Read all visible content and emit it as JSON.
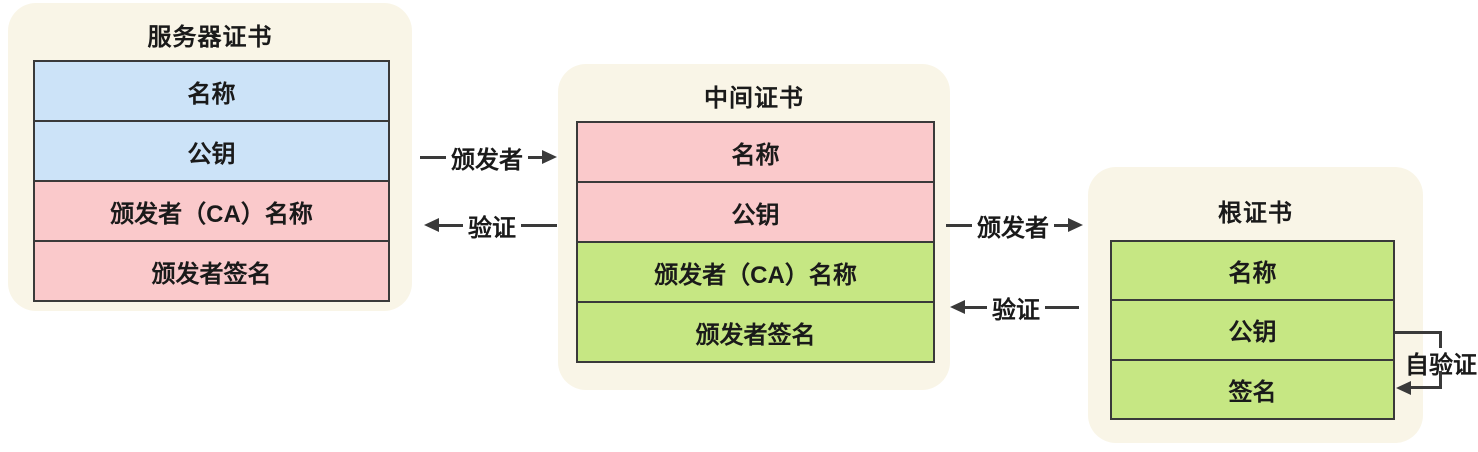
{
  "colors": {
    "canvas-bg": "#ffffff",
    "card-bg": "#f9f5e7",
    "row-blue": "#cce3f8",
    "row-pink": "#fac9cb",
    "row-green": "#c6e783",
    "border": "#3a3a3a",
    "text": "#1a1a1a"
  },
  "cards": [
    {
      "id": "server",
      "title": "服务器证书",
      "rows": [
        {
          "label": "名称",
          "color": "blue"
        },
        {
          "label": "公钥",
          "color": "blue"
        },
        {
          "label": "颁发者（CA）名称",
          "color": "pink"
        },
        {
          "label": "颁发者签名",
          "color": "pink"
        }
      ]
    },
    {
      "id": "intermediate",
      "title": "中间证书",
      "rows": [
        {
          "label": "名称",
          "color": "pink"
        },
        {
          "label": "公钥",
          "color": "pink"
        },
        {
          "label": "颁发者（CA）名称",
          "color": "green"
        },
        {
          "label": "颁发者签名",
          "color": "green"
        }
      ]
    },
    {
      "id": "root",
      "title": "根证书",
      "rows": [
        {
          "label": "名称",
          "color": "green"
        },
        {
          "label": "公钥",
          "color": "green"
        },
        {
          "label": "签名",
          "color": "green"
        }
      ]
    }
  ],
  "arrows": [
    {
      "id": "issuer-1",
      "label": "颁发者",
      "direction": "right",
      "from": "server",
      "to": "intermediate"
    },
    {
      "id": "verify-1",
      "label": "验证",
      "direction": "left",
      "from": "intermediate",
      "to": "server"
    },
    {
      "id": "issuer-2",
      "label": "颁发者",
      "direction": "right",
      "from": "intermediate",
      "to": "root"
    },
    {
      "id": "verify-2",
      "label": "验证",
      "direction": "left",
      "from": "root",
      "to": "intermediate"
    },
    {
      "id": "self-verify",
      "label": "自验证",
      "direction": "self-loop",
      "from": "root",
      "to": "root"
    }
  ]
}
